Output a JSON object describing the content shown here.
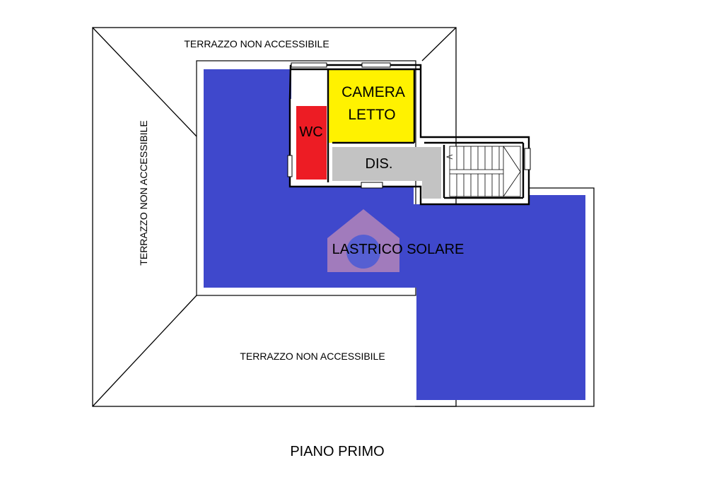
{
  "plan": {
    "terrace_top": "TERRAZZO NON ACCESSIBILE",
    "terrace_left": "TERRAZZO NON ACCESSIBILE",
    "terrace_bottom": "TERRAZZO NON ACCESSIBILE",
    "bedroom_line1": "CAMERA",
    "bedroom_line2": "LETTO",
    "wc": "WC",
    "corridor": "DIS.",
    "solar_roof": "LASTRICO SOLARE",
    "floor_title": "PIANO PRIMO"
  },
  "colors": {
    "solar_roof": "#3f48cc",
    "bedroom": "#fff200",
    "wc": "#ed1c24",
    "corridor": "#c3c3c3",
    "watermark": "#f2a6b0"
  }
}
